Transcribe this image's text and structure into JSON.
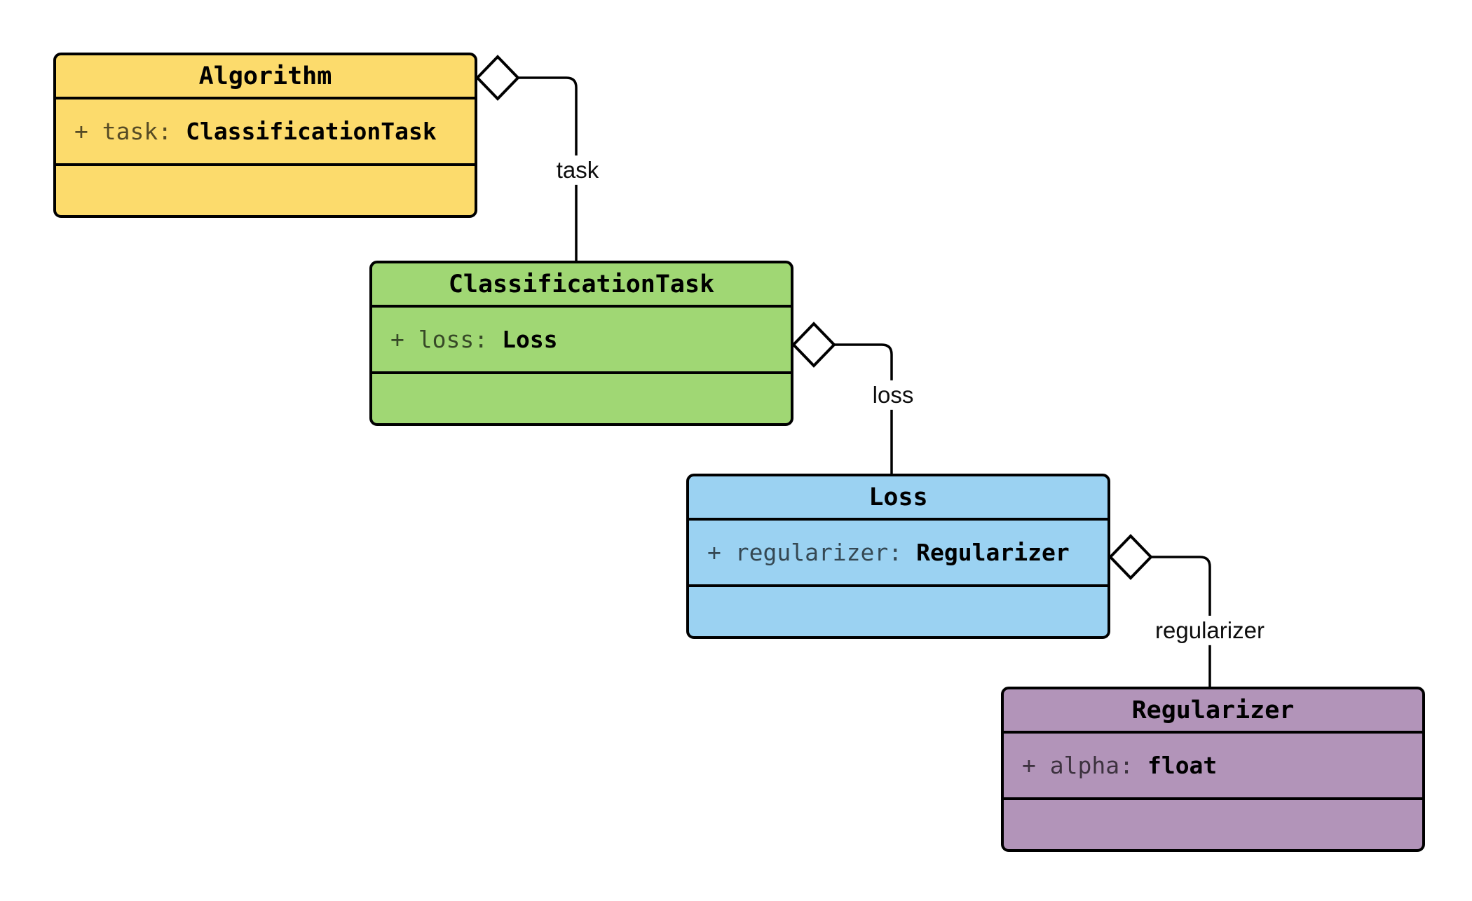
{
  "diagram": {
    "kind": "uml-class-diagram",
    "classes": [
      {
        "name": "Algorithm",
        "attr_label": "+ task:",
        "attr_type": "ClassificationTask",
        "fill": "#FCDB6C"
      },
      {
        "name": "ClassificationTask",
        "attr_label": "+ loss:",
        "attr_type": "Loss",
        "fill": "#A0D774"
      },
      {
        "name": "Loss",
        "attr_label": "+ regularizer:",
        "attr_type": "Regularizer",
        "fill": "#9BD2F2"
      },
      {
        "name": "Regularizer",
        "attr_label": "+ alpha:",
        "attr_type": "float",
        "fill": "#B294B9"
      }
    ],
    "relations": [
      {
        "label": "task",
        "type": "aggregation"
      },
      {
        "label": "loss",
        "type": "aggregation"
      },
      {
        "label": "regularizer",
        "type": "aggregation"
      }
    ],
    "colors": {
      "line": "#000000",
      "diamond_fill": "#ffffff",
      "canvas": "#ffffff"
    }
  }
}
